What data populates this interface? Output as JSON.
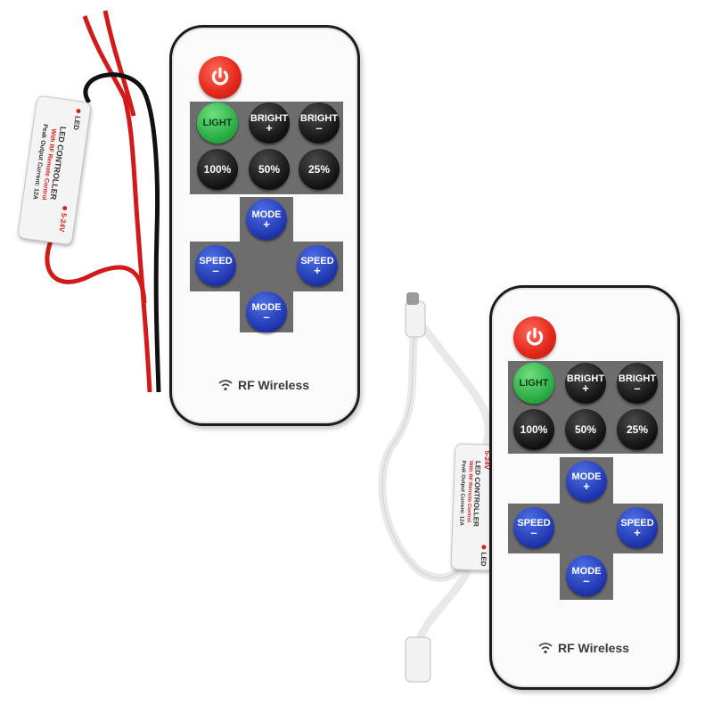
{
  "remote": {
    "buttons": {
      "light": "LIGHT",
      "bright_up": "BRIGHT",
      "bright_down": "BRIGHT",
      "level_100": "100%",
      "level_50": "50%",
      "level_25": "25%",
      "mode_up": "MODE",
      "mode_down": "MODE",
      "speed_down": "SPEED",
      "speed_up": "SPEED",
      "plus": "+",
      "minus": "–"
    },
    "brand": "RF Wireless"
  },
  "controller": {
    "led": "LED",
    "title": "LED CONTROLLER",
    "subtitle": "With RF Remote Control",
    "rating": "Peak Output Current: 12A",
    "voltage": "5-24V"
  },
  "colors": {
    "power": "#e52a1e",
    "light_button": "#1fa33a",
    "blue_button": "#1a2fa8",
    "black_button": "#111111",
    "pad": "#6d6d6d",
    "wire_red": "#d11a1a",
    "wire_black": "#111111"
  },
  "icons": [
    "power-icon",
    "wifi-icon"
  ]
}
